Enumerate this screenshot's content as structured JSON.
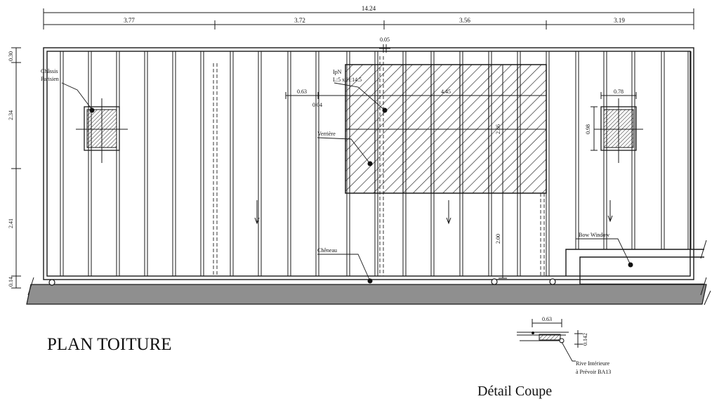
{
  "title": "PLAN TOITURE",
  "detail_title": "Détail Coupe",
  "dimensions": {
    "total_top": "14.24",
    "segments": [
      "3.77",
      "3.72",
      "3.56",
      "3.19"
    ],
    "gap_small": "0.05",
    "left_vertical": [
      "0.30",
      "2.34",
      "2.41",
      "0.14"
    ],
    "verriere_offset": "0.63",
    "verriere_offset_small": "0.04",
    "verriere_width": "4.45",
    "verriere_height": "2.86",
    "lower_height": "2.00",
    "window_width": "0.78",
    "window_height": "0.98",
    "detail_width": "0.63",
    "detail_height": "0.142"
  },
  "labels": {
    "chassis_line1": "Châssis",
    "chassis_line2": "Parisien",
    "ipn_line1": "IpN",
    "ipn_line2": "L:5 x H:14.5",
    "verriere": "Verrière",
    "cheneau": "Chêneau",
    "bow_window": "Bow Window",
    "rive_line1": "Rive Intérieure",
    "rive_line2": "à Prévoir BA13"
  }
}
